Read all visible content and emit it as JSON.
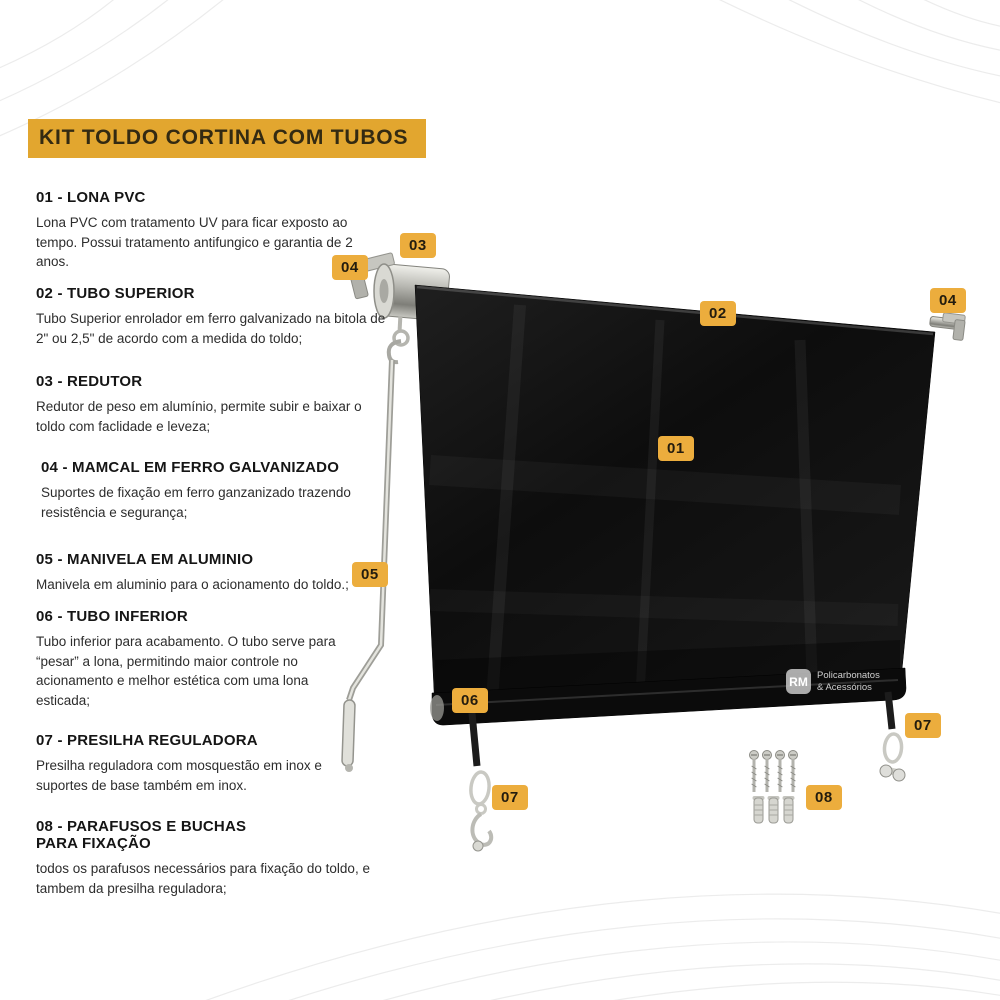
{
  "header": {
    "title": "KIT TOLDO CORTINA COM TUBOS"
  },
  "sections": [
    {
      "heading": "01 - LONA PVC",
      "body": "Lona PVC com tratamento UV para ficar exposto ao tempo. Possui tratamento antifungico e garantia de 2 anos."
    },
    {
      "heading": "02 - TUBO SUPERIOR",
      "body": "Tubo Superior enrolador em ferro galvanizado na bitola de 2\" ou 2,5\" de acordo com a medida do toldo;"
    },
    {
      "heading": "03 - REDUTOR",
      "body": "Redutor de peso em alumínio, permite subir e baixar o toldo com faclidade e leveza;"
    },
    {
      "heading": "04 - MAMCAL  EM FERRO GALVANIZADO",
      "body": "Suportes de fixação em ferro ganzanizado trazendo resistência e segurança;"
    },
    {
      "heading": "05 - MANIVELA EM ALUMINIO",
      "body": "Manivela em aluminio para o acionamento do toldo.;"
    },
    {
      "heading": "06 - TUBO INFERIOR",
      "body": "Tubo inferior para acabamento. O tubo serve para “pesar” a lona, permitindo maior controle no acionamento e melhor estética com uma lona esticada;"
    },
    {
      "heading": "07 - PRESILHA REGULADORA",
      "body": "Presilha reguladora com mosquestão em inox e suportes de base também em inox."
    },
    {
      "heading": "08 - PARAFUSOS E BUCHAS PARA FIXAÇÃO",
      "body": "todos os parafusos necessários para fixação do toldo, e tambem da presilha reguladora;"
    }
  ],
  "badges": [
    {
      "label": "03"
    },
    {
      "label": "04"
    },
    {
      "label": "02"
    },
    {
      "label": "04"
    },
    {
      "label": "01"
    },
    {
      "label": "05"
    },
    {
      "label": "06"
    },
    {
      "label": "07"
    },
    {
      "label": "08"
    },
    {
      "label": "07"
    }
  ],
  "logo": {
    "abbr": "RM",
    "line1": "Policarbonatos",
    "line2": "& Acessórios"
  },
  "colors": {
    "accent_banner": "#E2A62F",
    "accent_badge": "#ECAD3D",
    "badge_text": "#231C0E",
    "tarp": "#111111"
  }
}
